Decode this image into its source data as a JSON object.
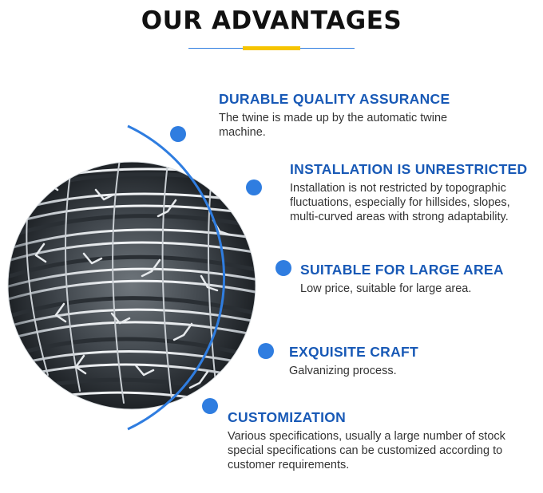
{
  "page": {
    "title": "OUR ADVANTAGES"
  },
  "colors": {
    "accent_blue": "#2f7de0",
    "heading_blue": "#1859b6",
    "accent_yellow": "#f6c400",
    "body_text": "#333333"
  },
  "advantages": [
    {
      "title": "DURABLE QUALITY ASSURANCE",
      "description": "The twine is made up by the automatic twine machine."
    },
    {
      "title": "INSTALLATION IS UNRESTRICTED",
      "description": "Installation is not restricted by topographic fluctuations, especially for hillsides, slopes, multi-curved areas with strong adaptability."
    },
    {
      "title": "SUITABLE FOR LARGE AREA",
      "description": "Low price, suitable for large area."
    },
    {
      "title": "EXQUISITE CRAFT",
      "description": "Galvanizing process."
    },
    {
      "title": "CUSTOMIZATION",
      "description": "Various specifications, usually a large number of stock special specifications can be customized according to customer requirements."
    }
  ]
}
